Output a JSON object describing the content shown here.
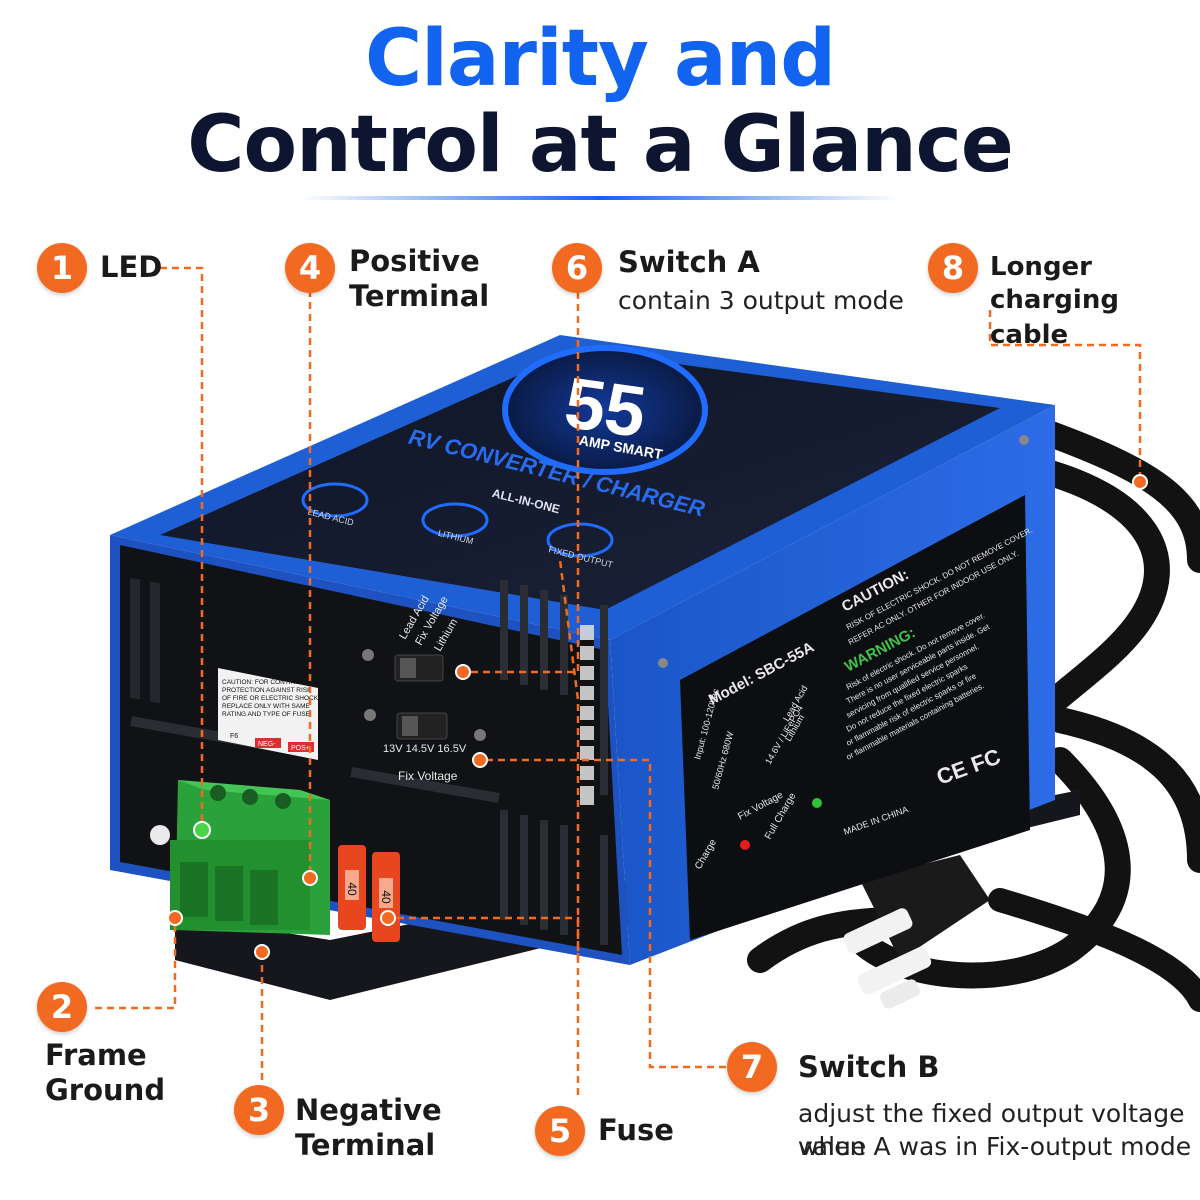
{
  "headline": {
    "line1": "Clarity and",
    "line2": "Control at a Glance"
  },
  "callouts": [
    {
      "number": "1",
      "label": "LED",
      "desc": ""
    },
    {
      "number": "2",
      "label": "Frame Ground",
      "line1": "Frame",
      "line2": "Ground"
    },
    {
      "number": "3",
      "label": "Negative Terminal",
      "line1": "Negative",
      "line2": "Terminal"
    },
    {
      "number": "4",
      "label": "Positive Terminal",
      "line1": "Positive",
      "line2": "Terminal"
    },
    {
      "number": "5",
      "label": "Fuse"
    },
    {
      "number": "6",
      "label": "Switch A",
      "desc": "contain 3 output mode"
    },
    {
      "number": "7",
      "label": "Switch B",
      "desc1": "adjust the fixed output voltage value",
      "desc2": "when A was in Fix-output mode"
    },
    {
      "number": "8",
      "label": "Longer charging cable",
      "line1": "Longer",
      "line2": "charging cable"
    }
  ],
  "device": {
    "amp": "55",
    "amp_text": "AMP SMART",
    "title": "RV CONVERTER / CHARGER",
    "subtitle": "ALL-IN-ONE",
    "modes": [
      "LEAD ACID",
      "LITHIUM",
      "FIXED OUTPUT"
    ],
    "switch_a_labels": [
      "Lead Acid",
      "Fix Voltage",
      "Lithium"
    ],
    "switch_b_values": "13V  14.5V  16.5V",
    "switch_b_label": "Fix Voltage",
    "fuse": "40",
    "small_label": [
      "CAUTION: FOR CONTINUED",
      "PROTECTION AGAINST RISK",
      "OF FIRE OR ELECTRIC SHOCK",
      "REPLACE ONLY WITH SAME",
      "RATING AND TYPE OF FUSE"
    ],
    "small_label_f6": "F6",
    "small_label_neg": "NEG-",
    "small_label_pos": "POS+",
    "model": "Model: SBC-55A",
    "input": "Input: 100-120Vac",
    "freq_power": "50/60Hz  680W",
    "battery_types": [
      "Lead Acid",
      "Lithium",
      "14.6V / LiFePO4"
    ],
    "fix_voltage": "Fix Voltage",
    "charge": "Charge",
    "full_charge": "Full Charge",
    "caution_title": "CAUTION:",
    "caution_lines": [
      "RISK OF ELECTRIC SHOCK. DO NOT REMOVE COVER.",
      "REFER AC ONLY. OTHER FOR INDOOR USE ONLY."
    ],
    "warning_title": "WARNING:",
    "warning_lines": [
      "Risk of electric shock. Do not remove cover.",
      "There is no user serviceable parts inside. Get",
      "servicing from qualified service personnel.",
      "Do not reduce the fixed electric sparks",
      "or flammable risk of electric sparks or fire",
      "or flammable materials containing batteries."
    ],
    "made_in": "MADE IN CHINA",
    "marks": "CE FC"
  },
  "colors": {
    "accent": "#1163f0",
    "orange": "#f26a21",
    "dark": "#0d1530",
    "device_blue": "#1f5fd6",
    "terminal_green": "#2ea43c"
  }
}
